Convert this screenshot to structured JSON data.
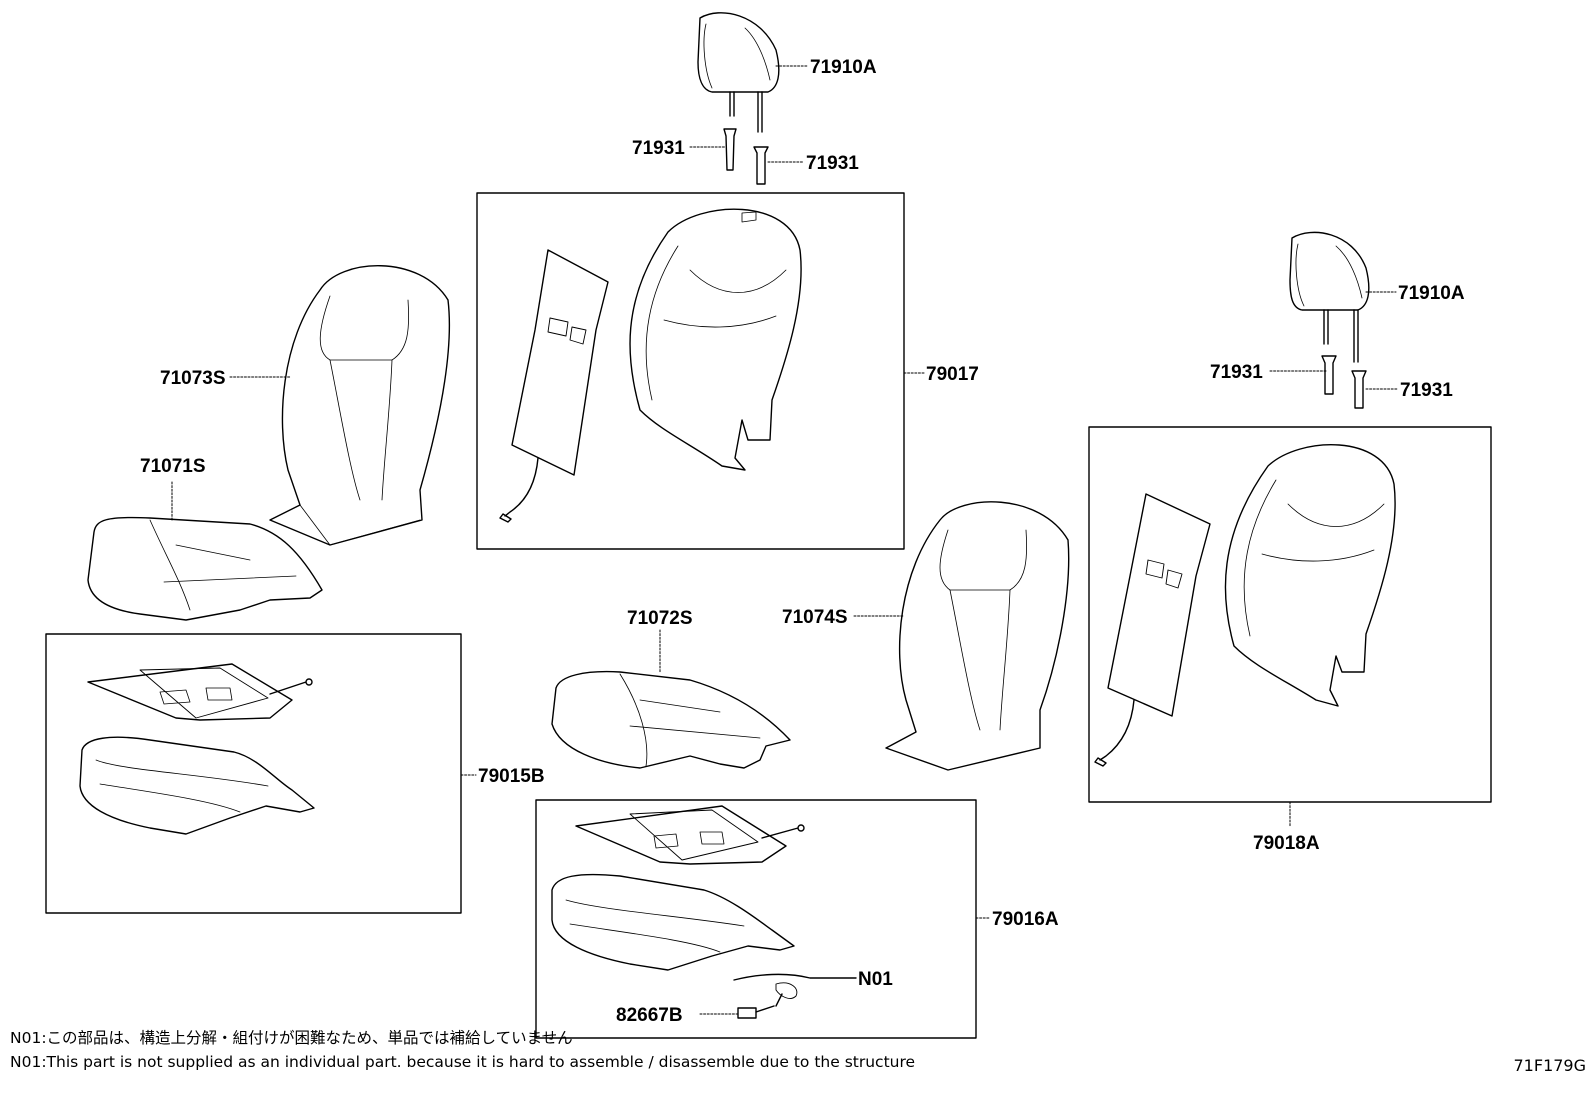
{
  "colors": {
    "ink": "#000000",
    "background": "#ffffff"
  },
  "labels": {
    "headrest_left": "71910A",
    "guide_left_a": "71931",
    "guide_left_b": "71931",
    "headrest_right": "71910A",
    "guide_right_a": "71931",
    "guide_right_b": "71931",
    "back_cover_left": "71073S",
    "cushion_cover_left": "71071S",
    "back_heater_left": "79017",
    "cushion_heater_left": "79015B",
    "cushion_cover_right": "71072S",
    "back_cover_right": "71074S",
    "back_heater_right": "79018A",
    "cushion_heater_right": "79016A",
    "harness": "N01",
    "connector": "82667B"
  },
  "notes": {
    "jp": "N01:この部品は、構造上分解・組付けが困難なため、単品では補給していません",
    "en": "N01:This part is not supplied as an individual part. because it is hard to assemble / disassemble due to the structure"
  },
  "drawing_code": "71F179G"
}
